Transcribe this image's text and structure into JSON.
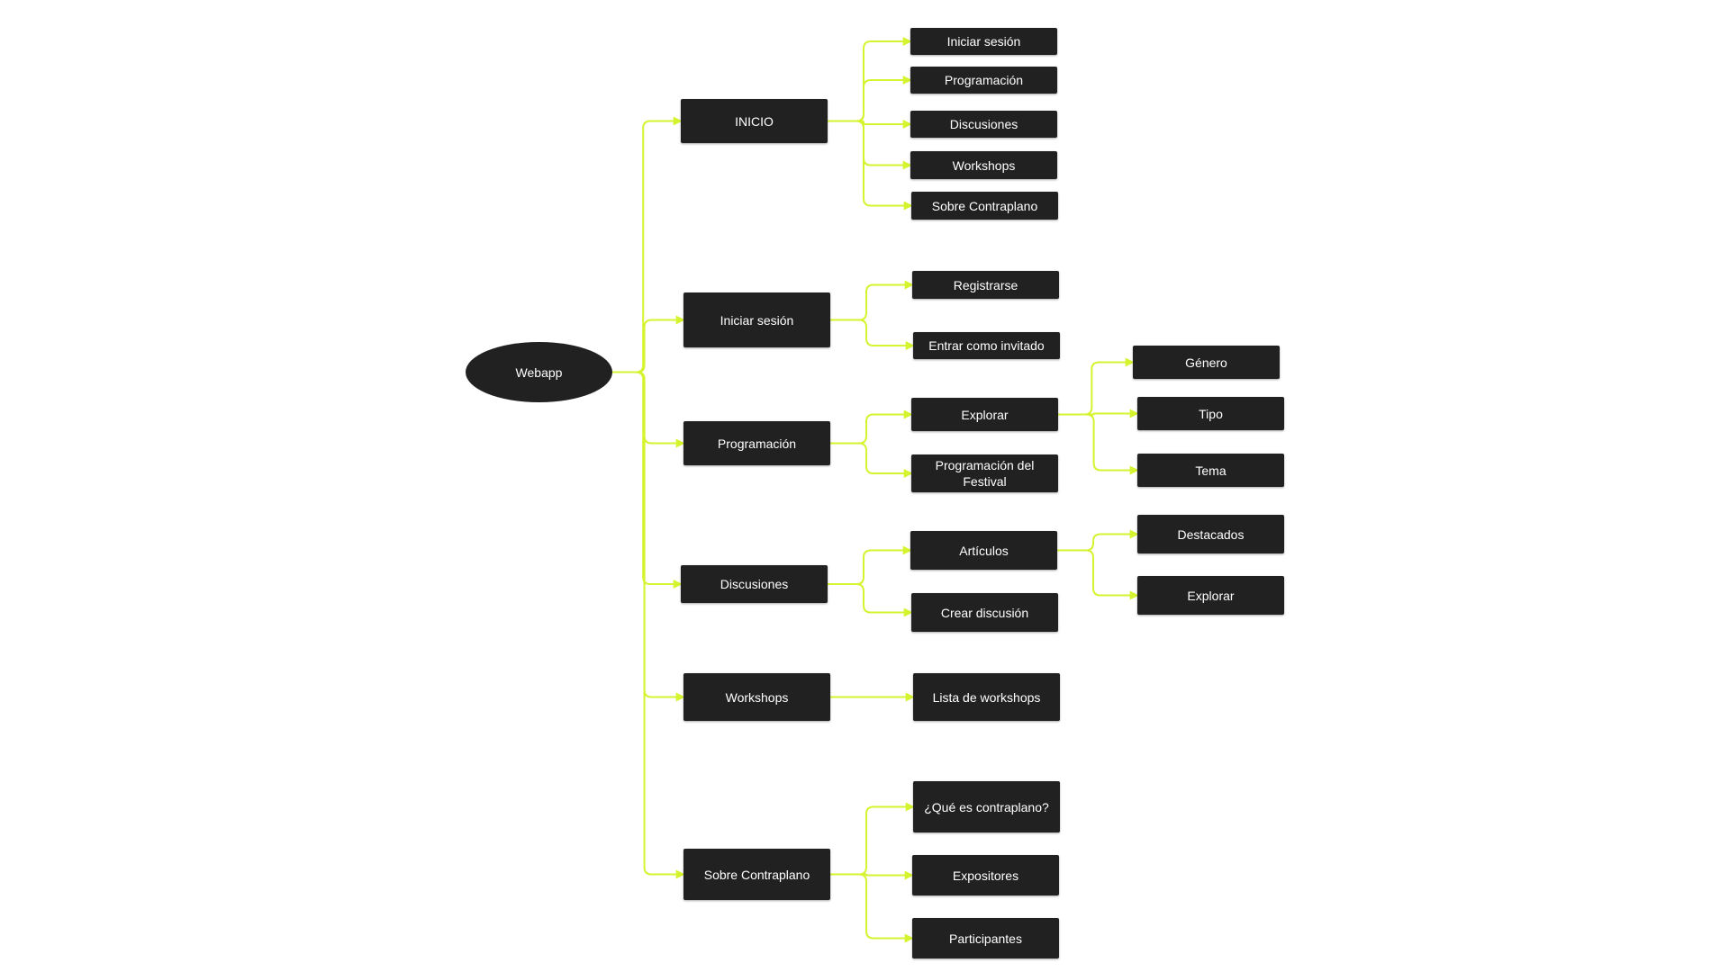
{
  "colors": {
    "node_fill": "#212121",
    "node_text": "#ffffff",
    "connector": "#d6f32f",
    "background": "#ffffff"
  },
  "nodes": {
    "root": "Webapp",
    "inicio": "INICIO",
    "inicio_iniciar": "Iniciar sesión",
    "inicio_programacion": "Programación",
    "inicio_discusiones": "Discusiones",
    "inicio_workshops": "Workshops",
    "inicio_sobre": "Sobre Contraplano",
    "iniciar": "Iniciar sesión",
    "registrarse": "Registrarse",
    "invitado": "Entrar como invitado",
    "programacion": "Programación",
    "explorar_prog": "Explorar",
    "programacion_festival": "Programación del Festival",
    "genero": "Género",
    "tipo": "Tipo",
    "tema": "Tema",
    "discusiones": "Discusiones",
    "articulos": "Artículos",
    "crear_discusion": "Crear discusión",
    "destacados": "Destacados",
    "explorar_art": "Explorar",
    "workshops": "Workshops",
    "lista_workshops": "Lista de workshops",
    "sobre": "Sobre Contraplano",
    "que_es": "¿Qué es contraplano?",
    "expositores": "Expositores",
    "participantes": "Participantes"
  },
  "edges": [
    [
      "root",
      "inicio"
    ],
    [
      "root",
      "iniciar"
    ],
    [
      "root",
      "programacion"
    ],
    [
      "root",
      "discusiones"
    ],
    [
      "root",
      "workshops"
    ],
    [
      "root",
      "sobre"
    ],
    [
      "inicio",
      "inicio_iniciar"
    ],
    [
      "inicio",
      "inicio_programacion"
    ],
    [
      "inicio",
      "inicio_discusiones"
    ],
    [
      "inicio",
      "inicio_workshops"
    ],
    [
      "inicio",
      "inicio_sobre"
    ],
    [
      "iniciar",
      "registrarse"
    ],
    [
      "iniciar",
      "invitado"
    ],
    [
      "programacion",
      "explorar_prog"
    ],
    [
      "programacion",
      "programacion_festival"
    ],
    [
      "explorar_prog",
      "genero"
    ],
    [
      "explorar_prog",
      "tipo"
    ],
    [
      "explorar_prog",
      "tema"
    ],
    [
      "discusiones",
      "articulos"
    ],
    [
      "discusiones",
      "crear_discusion"
    ],
    [
      "articulos",
      "destacados"
    ],
    [
      "articulos",
      "explorar_art"
    ],
    [
      "workshops",
      "lista_workshops"
    ],
    [
      "sobre",
      "que_es"
    ],
    [
      "sobre",
      "expositores"
    ],
    [
      "sobre",
      "participantes"
    ]
  ]
}
